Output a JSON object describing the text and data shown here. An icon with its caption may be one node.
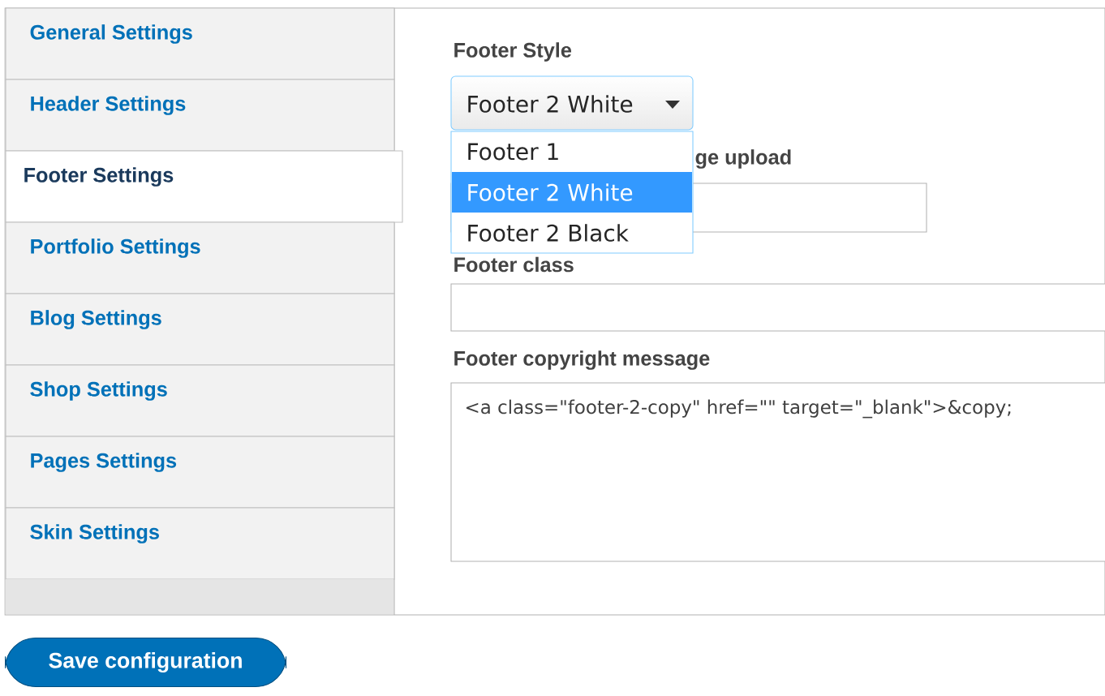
{
  "diagram": {
    "labels": [
      "General Settings",
      "Header Settings",
      "Footer Settings",
      "Portfolio Settings",
      "Blog Settings",
      "Shop Settings",
      "Pages Settings",
      "Skin Settings",
      "Footer Style",
      "Footer 2 White",
      "Footer 1",
      "Footer 2 White",
      "Footer 2 Black",
      "ge upload",
      "Footer class",
      "Footer copyright message",
      "<a class=\"footer-2-copy\" href=\"\" target=\"_blank\">&copy;",
      "Save configuration"
    ]
  }
}
